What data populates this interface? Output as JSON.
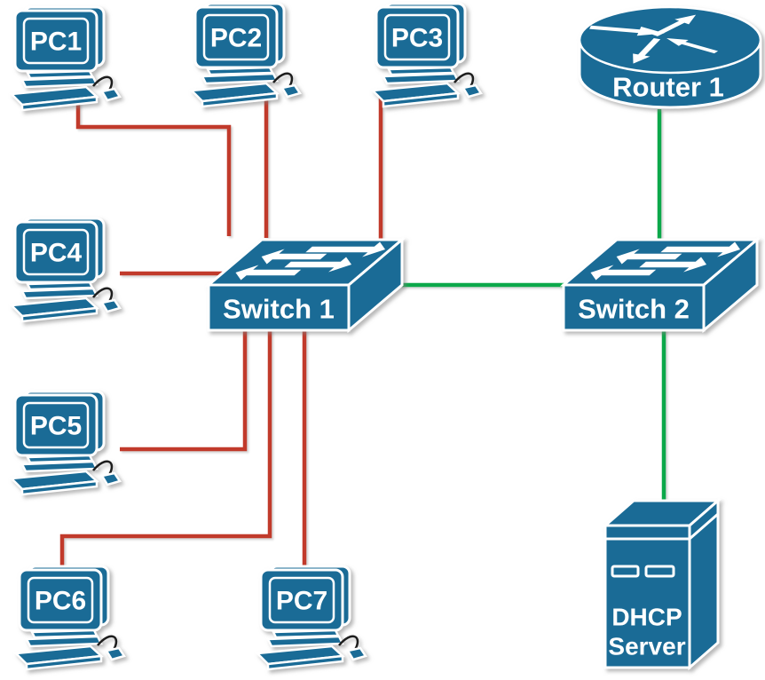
{
  "nodes": {
    "pc1": {
      "label": "PC1",
      "type": "pc"
    },
    "pc2": {
      "label": "PC2",
      "type": "pc"
    },
    "pc3": {
      "label": "PC3",
      "type": "pc"
    },
    "pc4": {
      "label": "PC4",
      "type": "pc"
    },
    "pc5": {
      "label": "PC5",
      "type": "pc"
    },
    "pc6": {
      "label": "PC6",
      "type": "pc"
    },
    "pc7": {
      "label": "PC7",
      "type": "pc"
    },
    "router1": {
      "label": "Router 1",
      "type": "router"
    },
    "switch1": {
      "label": "Switch 1",
      "type": "switch"
    },
    "switch2": {
      "label": "Switch 2",
      "type": "switch"
    },
    "dhcp_server": {
      "label_line1": "DHCP",
      "label_line2": "Server",
      "type": "server"
    }
  },
  "links": [
    {
      "from": "PC1",
      "to": "Switch 1",
      "type": "lan"
    },
    {
      "from": "PC2",
      "to": "Switch 1",
      "type": "lan"
    },
    {
      "from": "PC3",
      "to": "Switch 1",
      "type": "lan"
    },
    {
      "from": "PC4",
      "to": "Switch 1",
      "type": "lan"
    },
    {
      "from": "PC5",
      "to": "Switch 1",
      "type": "lan"
    },
    {
      "from": "PC6",
      "to": "Switch 1",
      "type": "lan"
    },
    {
      "from": "PC7",
      "to": "Switch 1",
      "type": "lan"
    },
    {
      "from": "Switch 1",
      "to": "Switch 2",
      "type": "uplink"
    },
    {
      "from": "Router 1",
      "to": "Switch 2",
      "type": "uplink"
    },
    {
      "from": "Switch 2",
      "to": "DHCP Server",
      "type": "uplink"
    }
  ],
  "colors": {
    "device": "#1A6B96",
    "lan_link": "#C13A2B",
    "uplink": "#0CA84A",
    "background": "#FFFFFF"
  }
}
